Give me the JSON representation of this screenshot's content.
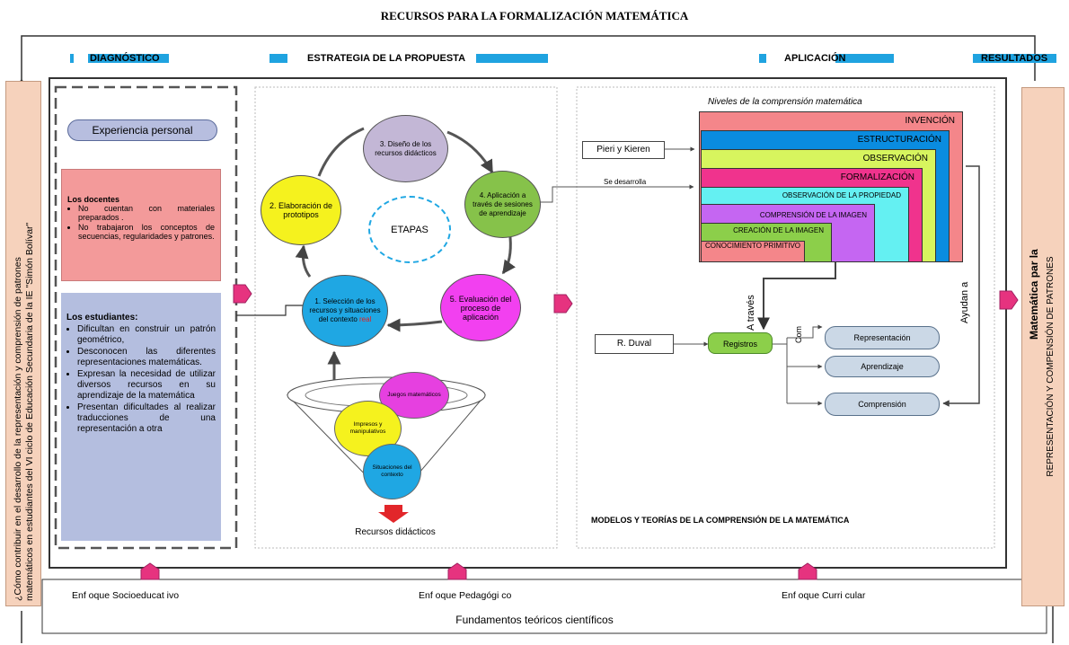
{
  "title": "RECURSOS PARA LA FORMALIZACIÓN MATEMÁTICA",
  "sections": {
    "diagnostico": "DIAGNÓSTICO",
    "estrategia": "ESTRATEGIA DE LA PROPUESTA",
    "aplicacion": "APLICACIÓN",
    "resultados": "RESULTADOS"
  },
  "colors": {
    "accent_blue": "#1fa3e0",
    "peach": "#f6d2bc",
    "pink_box": "#f39a9a",
    "lavender_box": "#b4bedf",
    "magenta_marker": "#e6337f"
  },
  "left_question": {
    "line1": "¿Cómo contribuir en el desarrollo de la representación y comprensión de patrones",
    "line2": "matemáticos en  estudiantes del VI ciclo de Educación Secundaria de la IE \"Simón Bolívar\""
  },
  "diagnostico": {
    "experiencia": "Experiencia personal",
    "docentes": {
      "heading": "Los docentes",
      "items": [
        "No cuentan con materiales preparados .",
        "No trabajaron los conceptos de secuencias, regularidades y patrones."
      ]
    },
    "estudiantes": {
      "heading": "Los estudiantes:",
      "items": [
        "Dificultan en construir un patrón geométrico,",
        "Desconocen las diferentes representaciones matemáticas.",
        "Expresan la necesidad de utilizar diversos recursos en su aprendizaje de la matemática",
        "Presentan dificultades al realizar traducciones de una representación a otra"
      ]
    }
  },
  "estrategia": {
    "center": "ETAPAS",
    "steps": {
      "s1a": "1. Selección de los recursos y situaciones del contexto",
      "s1b": "real",
      "s2": "2. Elaboración de prototipos",
      "s3": "3. Diseño de los recursos didácticos",
      "s4": "4. Aplicación a través de sesiones de aprendizaje",
      "s5": "5. Evaluación del proceso de aplicación"
    },
    "funnel": {
      "juegos": "Juegos matemáticos",
      "impresos": "Impresos y manipulativos",
      "situaciones": "Situaciones del contexto",
      "label": "Recursos didácticos"
    }
  },
  "aplicacion": {
    "niveles_title": "Niveles de la comprensión  matemática",
    "pieri": "Pieri y Kieren",
    "se_desarrolla": "Se desarrolla",
    "levels": [
      {
        "label": "INVENCIÓN",
        "color": "#f4868a"
      },
      {
        "label": "ESTRUCTURACIÓN",
        "color": "#0a8ce0"
      },
      {
        "label": "OBSERVACIÓN",
        "color": "#d7f55e"
      },
      {
        "label": "FORMALIZACIÓN",
        "color": "#f0338d"
      },
      {
        "label": "OBSERVACIÓN DE LA PROPIEDAD",
        "color": "#64f0f2"
      },
      {
        "label": "COMPRENSIÓN DE LA IMAGEN",
        "color": "#c566f2"
      },
      {
        "label": "CREACIÓN DE LA IMAGEN",
        "color": "#8ccf4a"
      },
      {
        "label": "CONOCIMIENTO PRIMITIVO",
        "color": "#f4868a"
      }
    ],
    "a_traves": "A través",
    "ayudan_a": "Ayudan a",
    "duval": "R. Duval",
    "registros": "Registros",
    "com": "Com",
    "outcomes": [
      "Representación",
      "Aprendizaje",
      "Comprensión"
    ],
    "modelos": "MODELOS  Y TEORÍAS  DE LA COMPRENSIÓN DE LA MATEMÁTICA"
  },
  "resultados": {
    "line1": "Matemática par la",
    "line2": "REPRESENTACIÓN Y COMPENSIÓN DE PATRONES"
  },
  "fundamentos": {
    "enfoques": [
      "Enf oque Socioeducat ivo",
      "Enf oque Pedagógi co",
      "Enf oque Curri cular"
    ],
    "label": "Fundamentos teóricos científicos"
  }
}
